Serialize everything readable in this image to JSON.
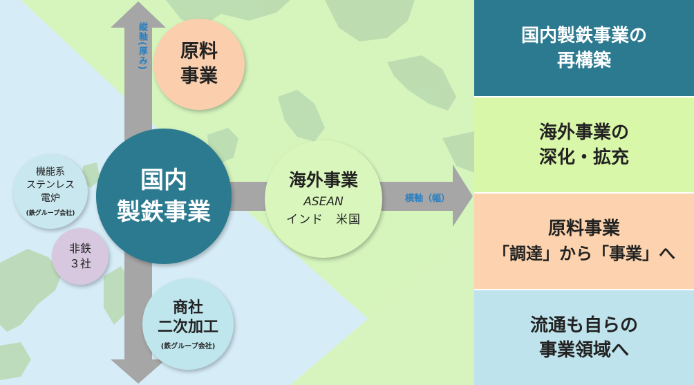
{
  "center": {
    "line1": "国内",
    "line2": "製鉄事業"
  },
  "raw": {
    "line1": "原料",
    "line2": "事業"
  },
  "overseas": {
    "title": "海外事業",
    "region1": "ASEAN",
    "region2": "インド　米国"
  },
  "trading": {
    "line1": "商社",
    "line2": "二次加工",
    "note": "(鉄グループ会社)"
  },
  "functional": {
    "line1": "機能系",
    "line2": "ステンレス",
    "line3": "電炉",
    "note": "(鉄グループ会社)"
  },
  "nonferrous": {
    "line1": "非鉄",
    "line2": "３社"
  },
  "axes": {
    "vertical": "縦軸(厚み)",
    "horizontal": "横軸（幅）"
  },
  "panel": {
    "box1": {
      "line1": "国内製鉄事業の",
      "line2": "再構築"
    },
    "box2": {
      "line1": "海外事業の",
      "line2": "深化・拡充"
    },
    "box3": {
      "line1": "原料事業",
      "line2": "「調達」から「事業」へ"
    },
    "box4": {
      "line1": "流通も自らの",
      "line2": "事業領域へ"
    }
  },
  "colors": {
    "main_teal": "#2c7a90",
    "green_region": "#d5f5bd",
    "blue_region": "#d6ecf7",
    "arrow_gray": "#a6a6a6"
  }
}
